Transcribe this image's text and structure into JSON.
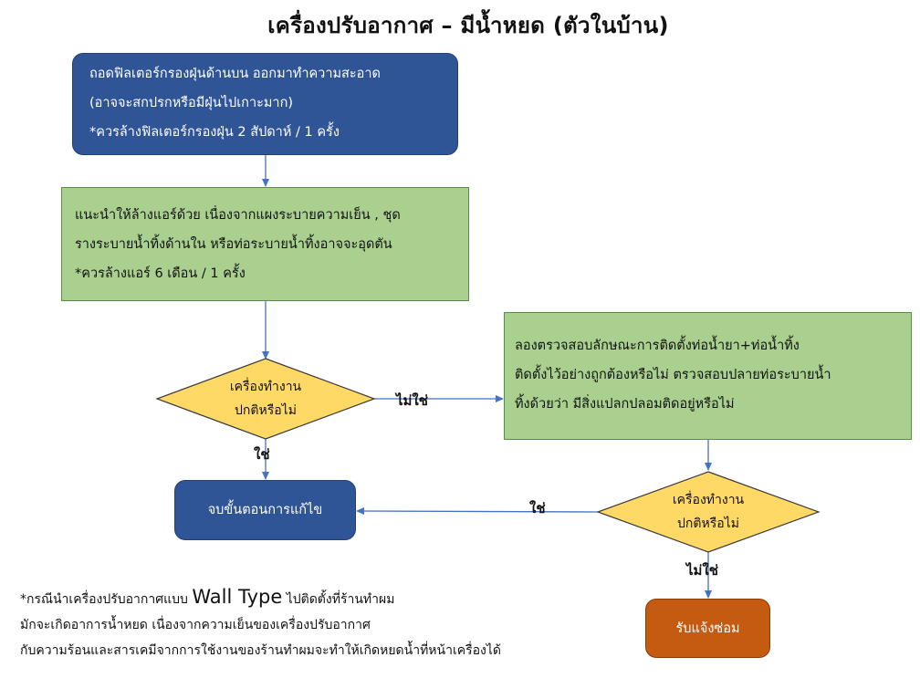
{
  "title": "เครื่องปรับอากาศ – มีน้ำหยด (ตัวในบ้าน)",
  "nodes": {
    "step1": {
      "lines": [
        "ถอดฟิลเตอร์กรองฝุ่นด้านบน ออกมาทำความสะอาด",
        "(อาจจะสกปรกหรือมีฝุ่นไปเกาะมาก)",
        "*ควรล้างฟิลเตอร์กรองฝุ่น 2 สัปดาห์ / 1 ครั้ง"
      ]
    },
    "step2": {
      "lines": [
        "แนะนำให้ล้างแอร์ด้วย เนื่องจากแผงระบายความเย็น , ชุด",
        "รางระบายน้ำทิ้งด้านใน หรือท่อระบายน้ำทิ้งอาจจะอุดตัน",
        "*ควรล้างแอร์ 6 เดือน / 1 ครั้ง"
      ]
    },
    "decision1": {
      "lines": [
        "เครื่องทำงาน",
        "ปกติหรือไม่"
      ]
    },
    "step3": {
      "lines": [
        "ลองตรวจสอบลักษณะการติดตั้งท่อน้ำยา+ท่อน้ำทิ้ง",
        "ติดตั้งไว้อย่างถูกต้องหรือไม่  ตรวจสอบปลายท่อระบายน้ำ",
        "ทิ้งด้วยว่า มีสิ่งแปลกปลอมติดอยู่หรือไม่"
      ]
    },
    "end": {
      "label": "จบขั้นตอนการแก้ไข"
    },
    "decision2": {
      "lines": [
        "เครื่องทำงาน",
        "ปกติหรือไม่"
      ]
    },
    "repair": {
      "label": "รับแจ้งซ่อม"
    }
  },
  "edges": {
    "d1_no": "ไม่ใช่",
    "d1_yes": "ใช่",
    "d2_yes": "ใช่",
    "d2_no": "ไม่ใช่"
  },
  "note": {
    "line1_pre": "*กรณีนำเครื่องปรับอากาศแบบ ",
    "line1_big": "Wall Type",
    "line1_post": " ไปติดตั้งที่ร้านทำผม",
    "line2": "มักจะเกิดอาการน้ำหยด เนื่องจากความเย็นของเครื่องปรับอากาศ",
    "line3": "กับความร้อนและสารเคมีจากการใช้งานของร้านทำผมจะทำให้เกิดหยดน้ำที่หน้าเครื่องได้"
  },
  "colors": {
    "blue": "#2f5597",
    "green": "#a9d08e",
    "yellow": "#ffd966",
    "orange": "#c55a11",
    "arrow": "#4472c4"
  }
}
